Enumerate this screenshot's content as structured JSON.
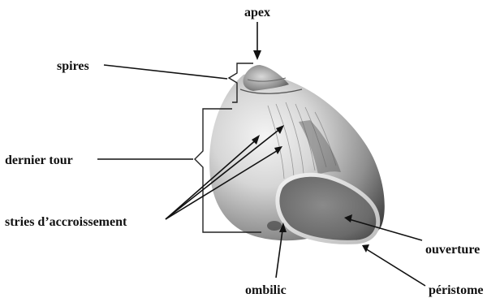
{
  "labels": {
    "apex": "apex",
    "spires": "spires",
    "dernier_tour": "dernier tour",
    "stries": "stries d’accroissement",
    "ouverture": "ouverture",
    "ombilic": "ombilic",
    "peristome": "péristome"
  },
  "colors": {
    "ink": "#111111",
    "shell_light": "#e9e9e9",
    "shell_mid": "#9a9a9a",
    "shell_dark": "#3a3a3a",
    "aperture_inner": "#6e6e6e"
  }
}
